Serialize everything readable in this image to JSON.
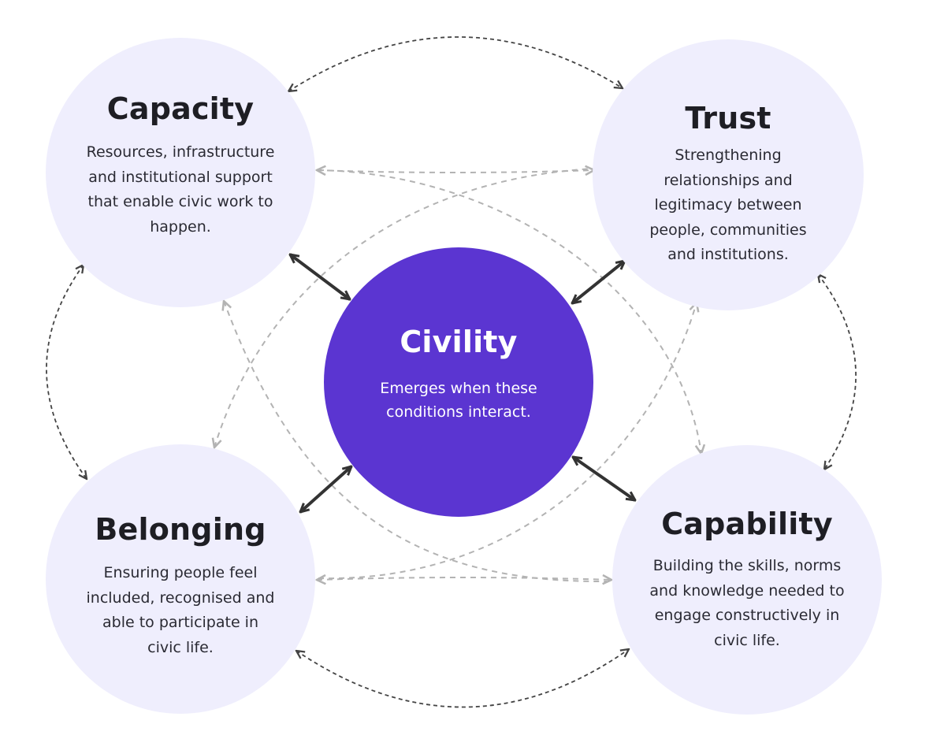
{
  "nodes": {
    "capacity": {
      "title": "Capacity",
      "description": "Resources, infrastructure and institutional support that enable civic work to happen."
    },
    "trust": {
      "title": "Trust",
      "description": "Strengthening relationships and legitimacy between people, communities and institutions."
    },
    "civility": {
      "title": "Civility",
      "description": "Emerges when these conditions interact."
    },
    "belonging": {
      "title": "Belonging",
      "description": "Ensuring people feel included, recognised and able to participate in civic life."
    },
    "capability": {
      "title": "Capability",
      "description": "Building the skills, norms and knowledge needed to engage constructively in civic life."
    }
  },
  "colors": {
    "outer_fill": "#efeefd",
    "center_fill": "#5b35d1",
    "solid_arrow": "#333333",
    "dark_dashed": "#444444",
    "light_dashed": "#b3b3b3",
    "text_dark": "#1e1e24",
    "text_light": "#ffffff"
  },
  "edges": {
    "solid": [
      {
        "from": "civility",
        "to": "capacity",
        "style": "solid",
        "direction": "both"
      },
      {
        "from": "civility",
        "to": "trust",
        "style": "solid",
        "direction": "both"
      },
      {
        "from": "civility",
        "to": "belonging",
        "style": "solid",
        "direction": "both"
      },
      {
        "from": "civility",
        "to": "capability",
        "style": "solid",
        "direction": "both"
      }
    ],
    "outer": [
      {
        "from": "capacity",
        "to": "trust",
        "style": "dashed-dark",
        "direction": "both"
      },
      {
        "from": "trust",
        "to": "capability",
        "style": "dashed-dark",
        "direction": "both"
      },
      {
        "from": "belonging",
        "to": "capability",
        "style": "dashed-dark",
        "direction": "both"
      },
      {
        "from": "capacity",
        "to": "belonging",
        "style": "dashed-dark",
        "direction": "both"
      }
    ],
    "inner": [
      {
        "from": "capacity",
        "to": "trust",
        "style": "dashed-light",
        "direction": "both"
      },
      {
        "from": "belonging",
        "to": "capability",
        "style": "dashed-light",
        "direction": "both"
      },
      {
        "from": "capacity",
        "to": "capability",
        "style": "dashed-light",
        "direction": "both"
      },
      {
        "from": "belonging",
        "to": "trust",
        "style": "dashed-light",
        "direction": "both"
      }
    ]
  }
}
